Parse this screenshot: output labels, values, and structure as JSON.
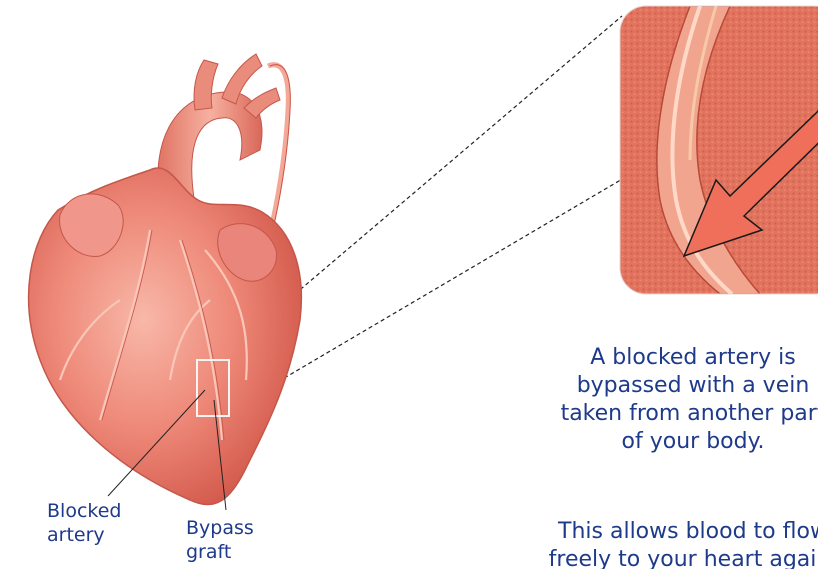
{
  "labels": {
    "blocked_artery": [
      "Blocked",
      "artery"
    ],
    "bypass_graft": [
      "Bypass",
      "graft"
    ]
  },
  "description": {
    "paragraph_1": [
      "A blocked artery is",
      "bypassed with a vein",
      "taken from another part",
      "of your body."
    ],
    "paragraph_2": [
      "This allows blood to flow",
      "freely to your heart again."
    ]
  },
  "colors": {
    "heart_base": "#e97a6a",
    "heart_light": "#f7b3a3",
    "heart_dark": "#c9574a",
    "arrow_fill": "#ef6f5a",
    "text": "#1e3a8a",
    "highlight_box": "#f4f4f4"
  }
}
